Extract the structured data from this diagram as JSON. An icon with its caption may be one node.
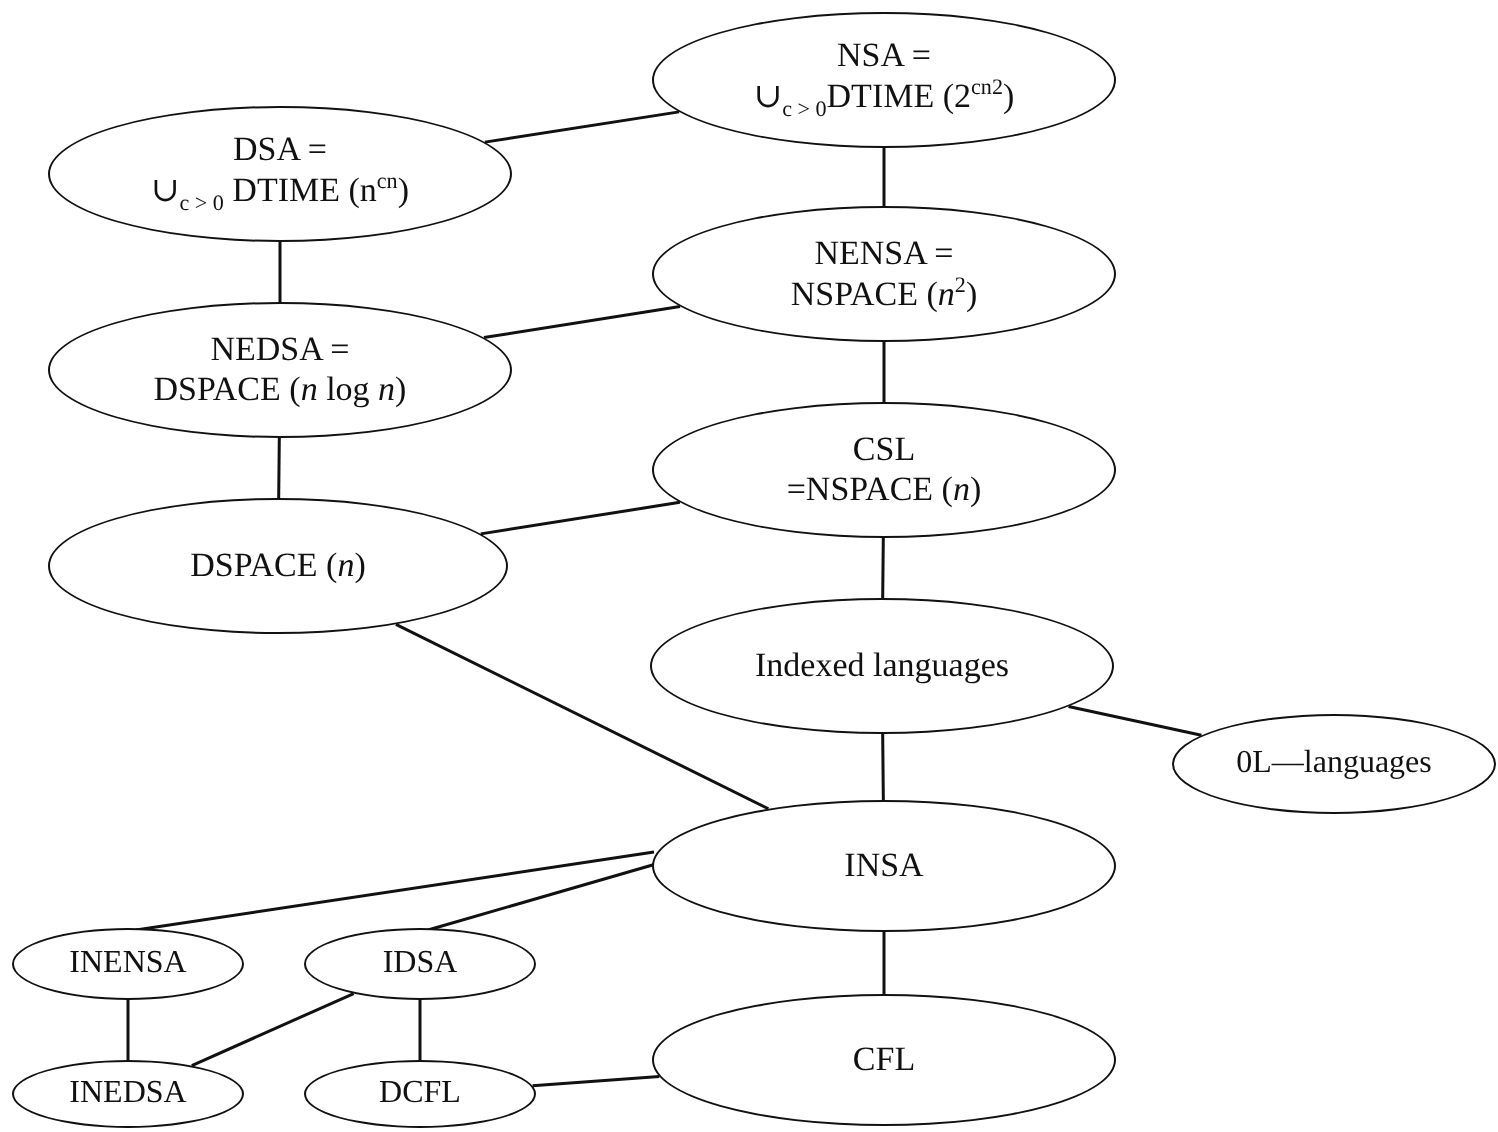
{
  "diagram": {
    "nodes": [
      {
        "text": [
          "NSA =",
          "∪$_{c > 0}$DTIME (2$^{cn}$$^{2}$)"
        ]
      },
      {
        "text": [
          "DSA =",
          "∪$_{c > 0}$ DTIME (n$^{cn}$)"
        ]
      },
      {
        "text": [
          "NENSA =",
          "NSPACE (*n*$^{2}$)"
        ]
      },
      {
        "text": [
          "NEDSA =",
          "DSPACE (*n* log *n*)"
        ]
      },
      {
        "text": [
          "CSL",
          "=NSPACE (*n*)"
        ]
      },
      {
        "text": [
          "DSPACE (*n*)"
        ]
      },
      {
        "text": [
          "Indexed languages"
        ]
      },
      {
        "text": [
          "0L—languages"
        ]
      },
      {
        "text": [
          "INSA"
        ]
      },
      {
        "text": [
          "INENSA"
        ]
      },
      {
        "text": [
          "IDSA"
        ]
      },
      {
        "text": [
          "INEDSA"
        ]
      },
      {
        "text": [
          "DCFL"
        ]
      },
      {
        "text": [
          "CFL"
        ]
      }
    ],
    "edges": [
      {
        "from": 1,
        "to": 0,
        "arrow": "none"
      },
      {
        "from": 0,
        "to": 2,
        "arrow": "none"
      },
      {
        "from": 1,
        "to": 3,
        "arrow": "none"
      },
      {
        "from": 3,
        "to": 2,
        "arrow": "none"
      },
      {
        "from": 2,
        "to": 4,
        "arrow": "none"
      },
      {
        "from": 3,
        "to": 5,
        "arrow": "none"
      },
      {
        "from": 5,
        "to": 4,
        "arrow": "none"
      },
      {
        "from": 4,
        "to": 6,
        "arrow": "none"
      },
      {
        "from": 6,
        "to": 7,
        "arrow": "none"
      },
      {
        "from": 6,
        "to": 8,
        "arrow": "none"
      },
      {
        "from": 5,
        "to": 8,
        "arrow": "none"
      },
      {
        "from": 8,
        "to": 9,
        "arrow": "none"
      },
      {
        "from": 8,
        "to": 10,
        "arrow": "none"
      },
      {
        "from": 9,
        "to": 11,
        "arrow": "none"
      },
      {
        "from": 10,
        "to": 11,
        "arrow": "none"
      },
      {
        "from": 10,
        "to": 12,
        "arrow": "none"
      },
      {
        "from": 8,
        "to": 13,
        "arrow": "none"
      },
      {
        "from": 12,
        "to": 13,
        "arrow": "none"
      }
    ]
  }
}
